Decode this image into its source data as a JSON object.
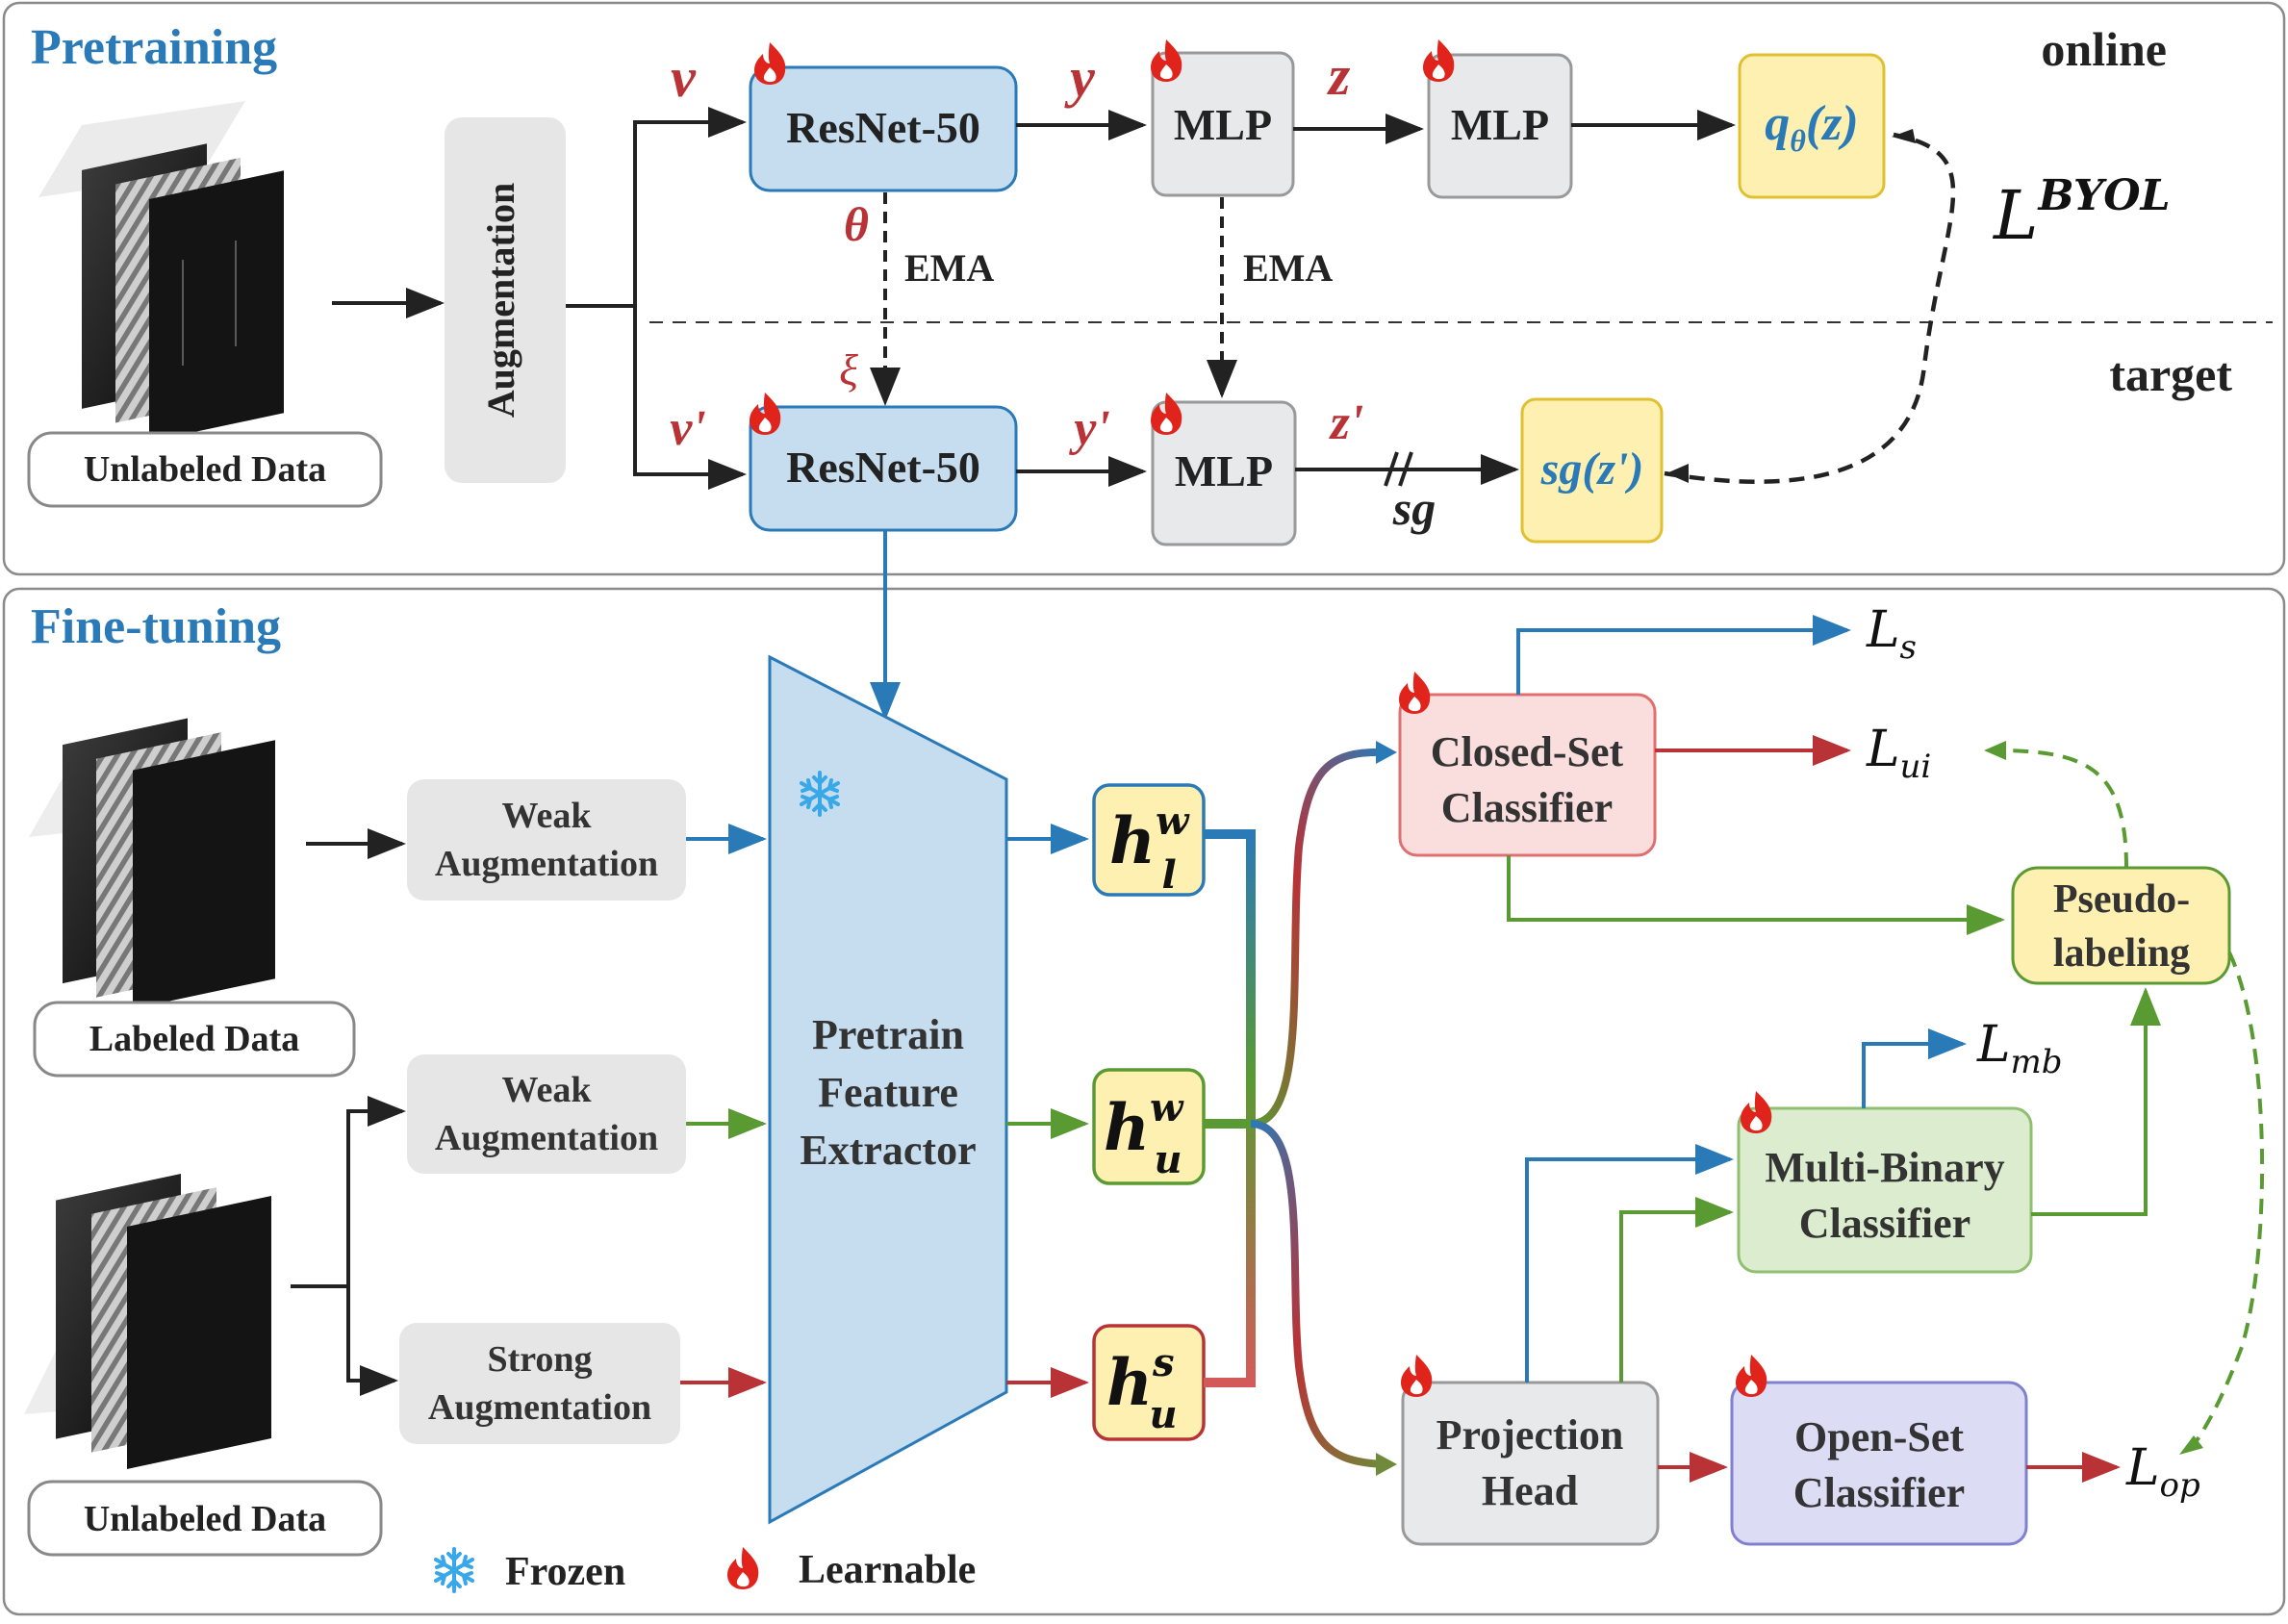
{
  "sections": {
    "pretraining": {
      "title": "Pretraining",
      "online_label": "online",
      "target_label": "target",
      "data_label": "Unlabeled Data",
      "augmentation_label": "Augmentation",
      "ema_label": "EMA",
      "online_branch": {
        "view": "v",
        "encoder": "ResNet-50",
        "param": "θ",
        "rep": "y",
        "projector": "MLP",
        "proj_out": "z",
        "predictor": "MLP",
        "prediction": "q",
        "prediction_sub": "θ",
        "prediction_arg": "(z)"
      },
      "target_branch": {
        "view": "v'",
        "encoder": "ResNet-50",
        "param": "ξ",
        "rep": "y'",
        "projector": "MLP",
        "proj_out": "z'",
        "stop_grad": "sg",
        "output": "sg(z')"
      },
      "loss": {
        "symbol": "L",
        "superscript": "BYOL"
      }
    },
    "finetuning": {
      "title": "Fine-tuning",
      "labeled_data_label": "Labeled Data",
      "unlabeled_data_label": "Unlabeled Data",
      "weak_aug_line1": "Weak",
      "weak_aug_line2": "Augmentation",
      "strong_aug_line1": "Strong",
      "strong_aug_line2": "Augmentation",
      "extractor": [
        "Pretrain",
        "Feature",
        "Extractor"
      ],
      "features": [
        {
          "base": "h",
          "sup": "w",
          "sub": "l"
        },
        {
          "base": "h",
          "sup": "w",
          "sub": "u"
        },
        {
          "base": "h",
          "sup": "s",
          "sub": "u"
        }
      ],
      "closed_set": [
        "Closed-Set",
        "Classifier"
      ],
      "pseudo": [
        "Pseudo-",
        "labeling"
      ],
      "multi_binary": [
        "Multi-Binary",
        "Classifier"
      ],
      "projection": [
        "Projection",
        "Head"
      ],
      "open_set": [
        "Open-Set",
        "Classifier"
      ],
      "losses": {
        "s": {
          "symbol": "L",
          "sub": "s"
        },
        "ui": {
          "symbol": "L",
          "sub": "ui"
        },
        "mb": {
          "symbol": "L",
          "sub": "mb"
        },
        "op": {
          "symbol": "L",
          "sub": "op"
        }
      }
    }
  },
  "legend": {
    "frozen": "Frozen",
    "learnable": "Learnable"
  },
  "colors": {
    "section_title": "#2a7ab8",
    "var_red": "#b83236",
    "arrow_blue": "#2a7ab8",
    "arrow_green": "#5a9a32",
    "arrow_red": "#b83236",
    "resnet_fill": "#c6dcef",
    "mlp_fill": "#e8e9eb",
    "yellow_fill": "#fdf0b0",
    "closed_fill": "#fadede",
    "green_fill": "#dcedcf",
    "open_fill": "#dcdcf5",
    "gray_box": "#e6e6e6"
  }
}
